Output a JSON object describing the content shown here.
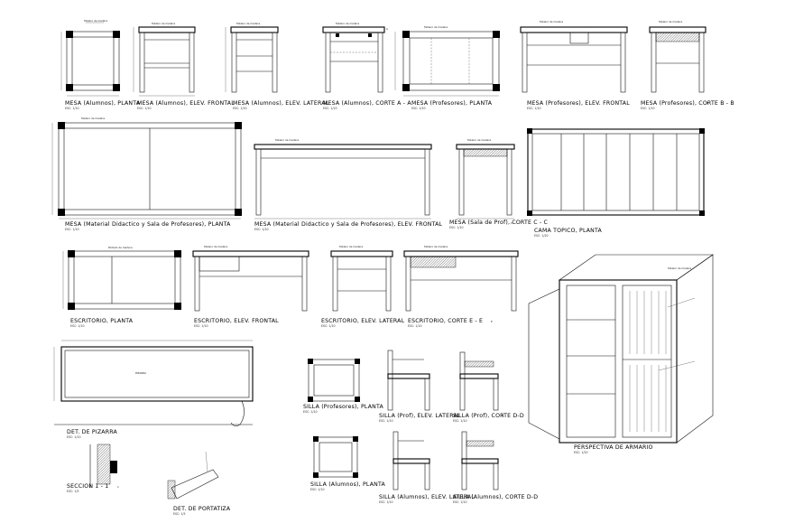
{
  "titles": {
    "mesa_alumnos_planta": "MESA (Alumnos), PLANTA",
    "mesa_alumnos_elev_frontal": "MESA (Alumnos), ELEV. FRONTAL",
    "mesa_alumnos_elev_lateral": "MESA (Alumnos), ELEV. LATERAL",
    "mesa_alumnos_corte_aa": "MESA (Alumnos), CORTE A - A",
    "mesa_profesores_planta": "MESA (Profesores), PLANTA",
    "mesa_profesores_elev_frontal": "MESA (Profesores), ELEV. FRONTAL",
    "mesa_profesores_corte_bb": "MESA (Profesores), CORTE B - B",
    "mesa_material_planta": "MESA (Material Didactico y Sala de Profesores), PLANTA",
    "mesa_material_elev_frontal": "MESA (Material Didactico y Sala de Profesores), ELEV. FRONTAL",
    "mesa_sala_corte_cc": "MESA (Sala de Prof), CORTE C - C",
    "cama_topico_planta": "CAMA TOPICO, PLANTA",
    "escritorio_planta": "ESCRITORIO, PLANTA",
    "escritorio_elev_frontal": "ESCRITORIO, ELEV. FRONTAL",
    "escritorio_elev_lateral": "ESCRITORIO, ELEV. LATERAL",
    "escritorio_corte_ee": "ESCRITORIO, CORTE E - E",
    "det_pizarra": "DET. DE PIZARRA",
    "seccion_11": "SECCION 1 - 1",
    "det_portatiza": "DET. DE PORTATIZA",
    "silla_profesores_planta": "SILLA (Profesores), PLANTA",
    "silla_prof_elev_lateral": "SILLA (Prof), ELEV. LATERAL",
    "silla_prof_corte_dd": "SILLA (Prof), CORTE D-D",
    "silla_alumnos_planta": "SILLA (Alumnos), PLANTA",
    "silla_alumnos_elev_lateral": "SILLA (Alumnos), ELEV. LATERAL",
    "silla_alumnos_corte_dd": "SILLA (Alumnos), CORTE D-D",
    "perspectiva_armario": "PERSPECTIVA DE ARMARIO"
  },
  "scales": {
    "s110": "ESC: 1/10",
    "s120": "ESC: 1/20",
    "s15": "ESC: 1/5"
  },
  "notes": {
    "tablero": "Tablero de madera",
    "pintado": "Pintado de madera",
    "pizarra": "PIZARRA"
  },
  "section_marks": {
    "a": "A",
    "b": "B",
    "c": "C",
    "d": "D",
    "e": "E",
    "one": "1"
  }
}
